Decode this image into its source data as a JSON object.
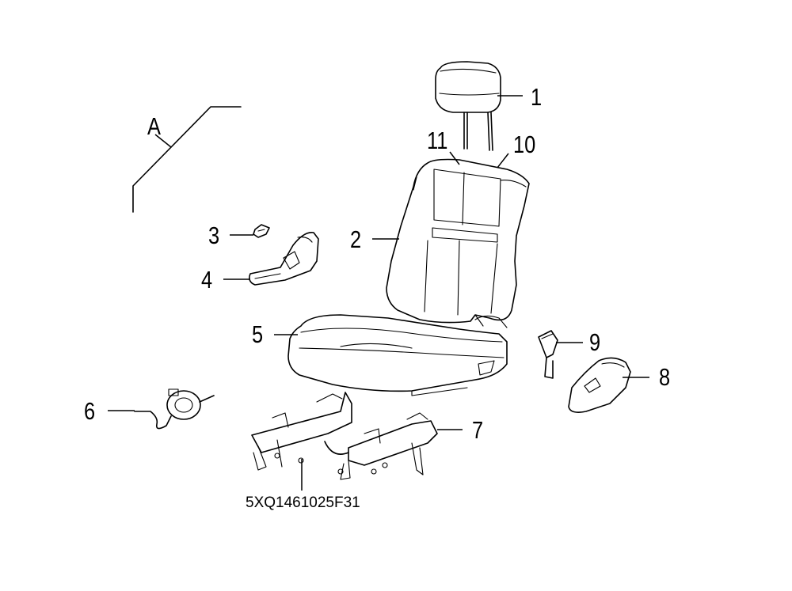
{
  "diagram": {
    "view_label": "A",
    "part_number": "5XQ1461025F31",
    "callouts": [
      {
        "key": "1",
        "label": "1"
      },
      {
        "key": "2",
        "label": "2"
      },
      {
        "key": "3",
        "label": "3"
      },
      {
        "key": "4",
        "label": "4"
      },
      {
        "key": "5",
        "label": "5"
      },
      {
        "key": "6",
        "label": "6"
      },
      {
        "key": "7",
        "label": "7"
      },
      {
        "key": "8",
        "label": "8"
      },
      {
        "key": "9",
        "label": "9"
      },
      {
        "key": "10",
        "label": "10"
      },
      {
        "key": "11",
        "label": "11"
      }
    ],
    "parts": [
      {
        "id": "headrest",
        "icon": "headrest-icon"
      },
      {
        "id": "seat-back",
        "icon": "seat-back-icon"
      },
      {
        "id": "clip",
        "icon": "clip-icon"
      },
      {
        "id": "side-trim-cover",
        "icon": "side-trim-icon"
      },
      {
        "id": "seat-cushion",
        "icon": "seat-cushion-icon"
      },
      {
        "id": "wire-harness",
        "icon": "wire-harness-icon"
      },
      {
        "id": "seat-track",
        "icon": "seat-track-icon"
      },
      {
        "id": "outer-cover",
        "icon": "outer-cover-icon"
      },
      {
        "id": "buckle",
        "icon": "buckle-icon"
      }
    ],
    "colors": {
      "ink": "#000000",
      "background": "#ffffff"
    }
  }
}
